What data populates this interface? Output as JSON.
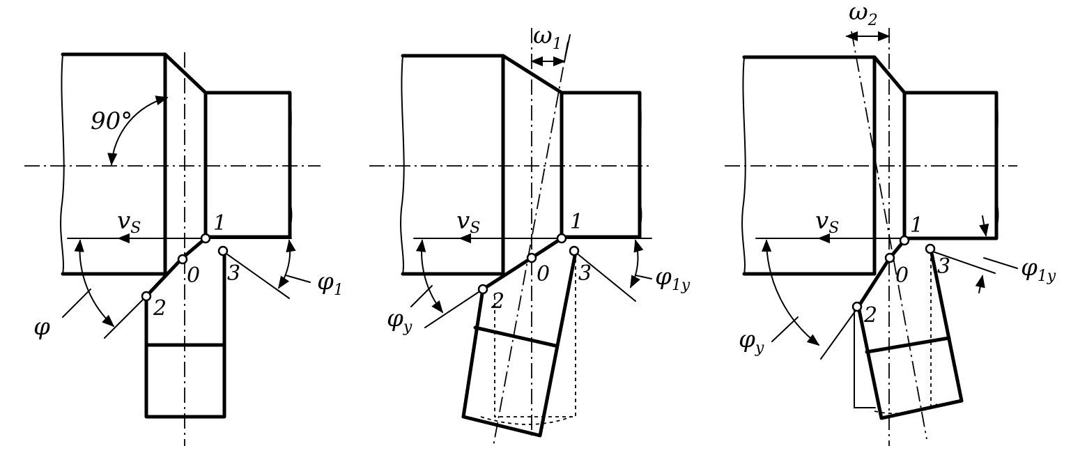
{
  "panels": [
    {
      "id": "a",
      "angle_label": "90°",
      "velocity": "v",
      "velocity_sub": "S",
      "points": [
        "1",
        "0",
        "2",
        "3"
      ],
      "phi": "φ",
      "phi_sub": "",
      "phi1": "φ",
      "phi1_sub": "1"
    },
    {
      "id": "b",
      "omega": "ω",
      "omega_sub": "1",
      "velocity": "v",
      "velocity_sub": "S",
      "points": [
        "1",
        "0",
        "2",
        "3"
      ],
      "phi": "φ",
      "phi_sub": "y",
      "phi1": "φ",
      "phi1_sub": "1y"
    },
    {
      "id": "c",
      "omega": "ω",
      "omega_sub": "2",
      "velocity": "v",
      "velocity_sub": "S",
      "points": [
        "1",
        "0",
        "2",
        "3"
      ],
      "phi": "φ",
      "phi_sub": "y",
      "phi1": "φ",
      "phi1_sub": "1y"
    }
  ]
}
